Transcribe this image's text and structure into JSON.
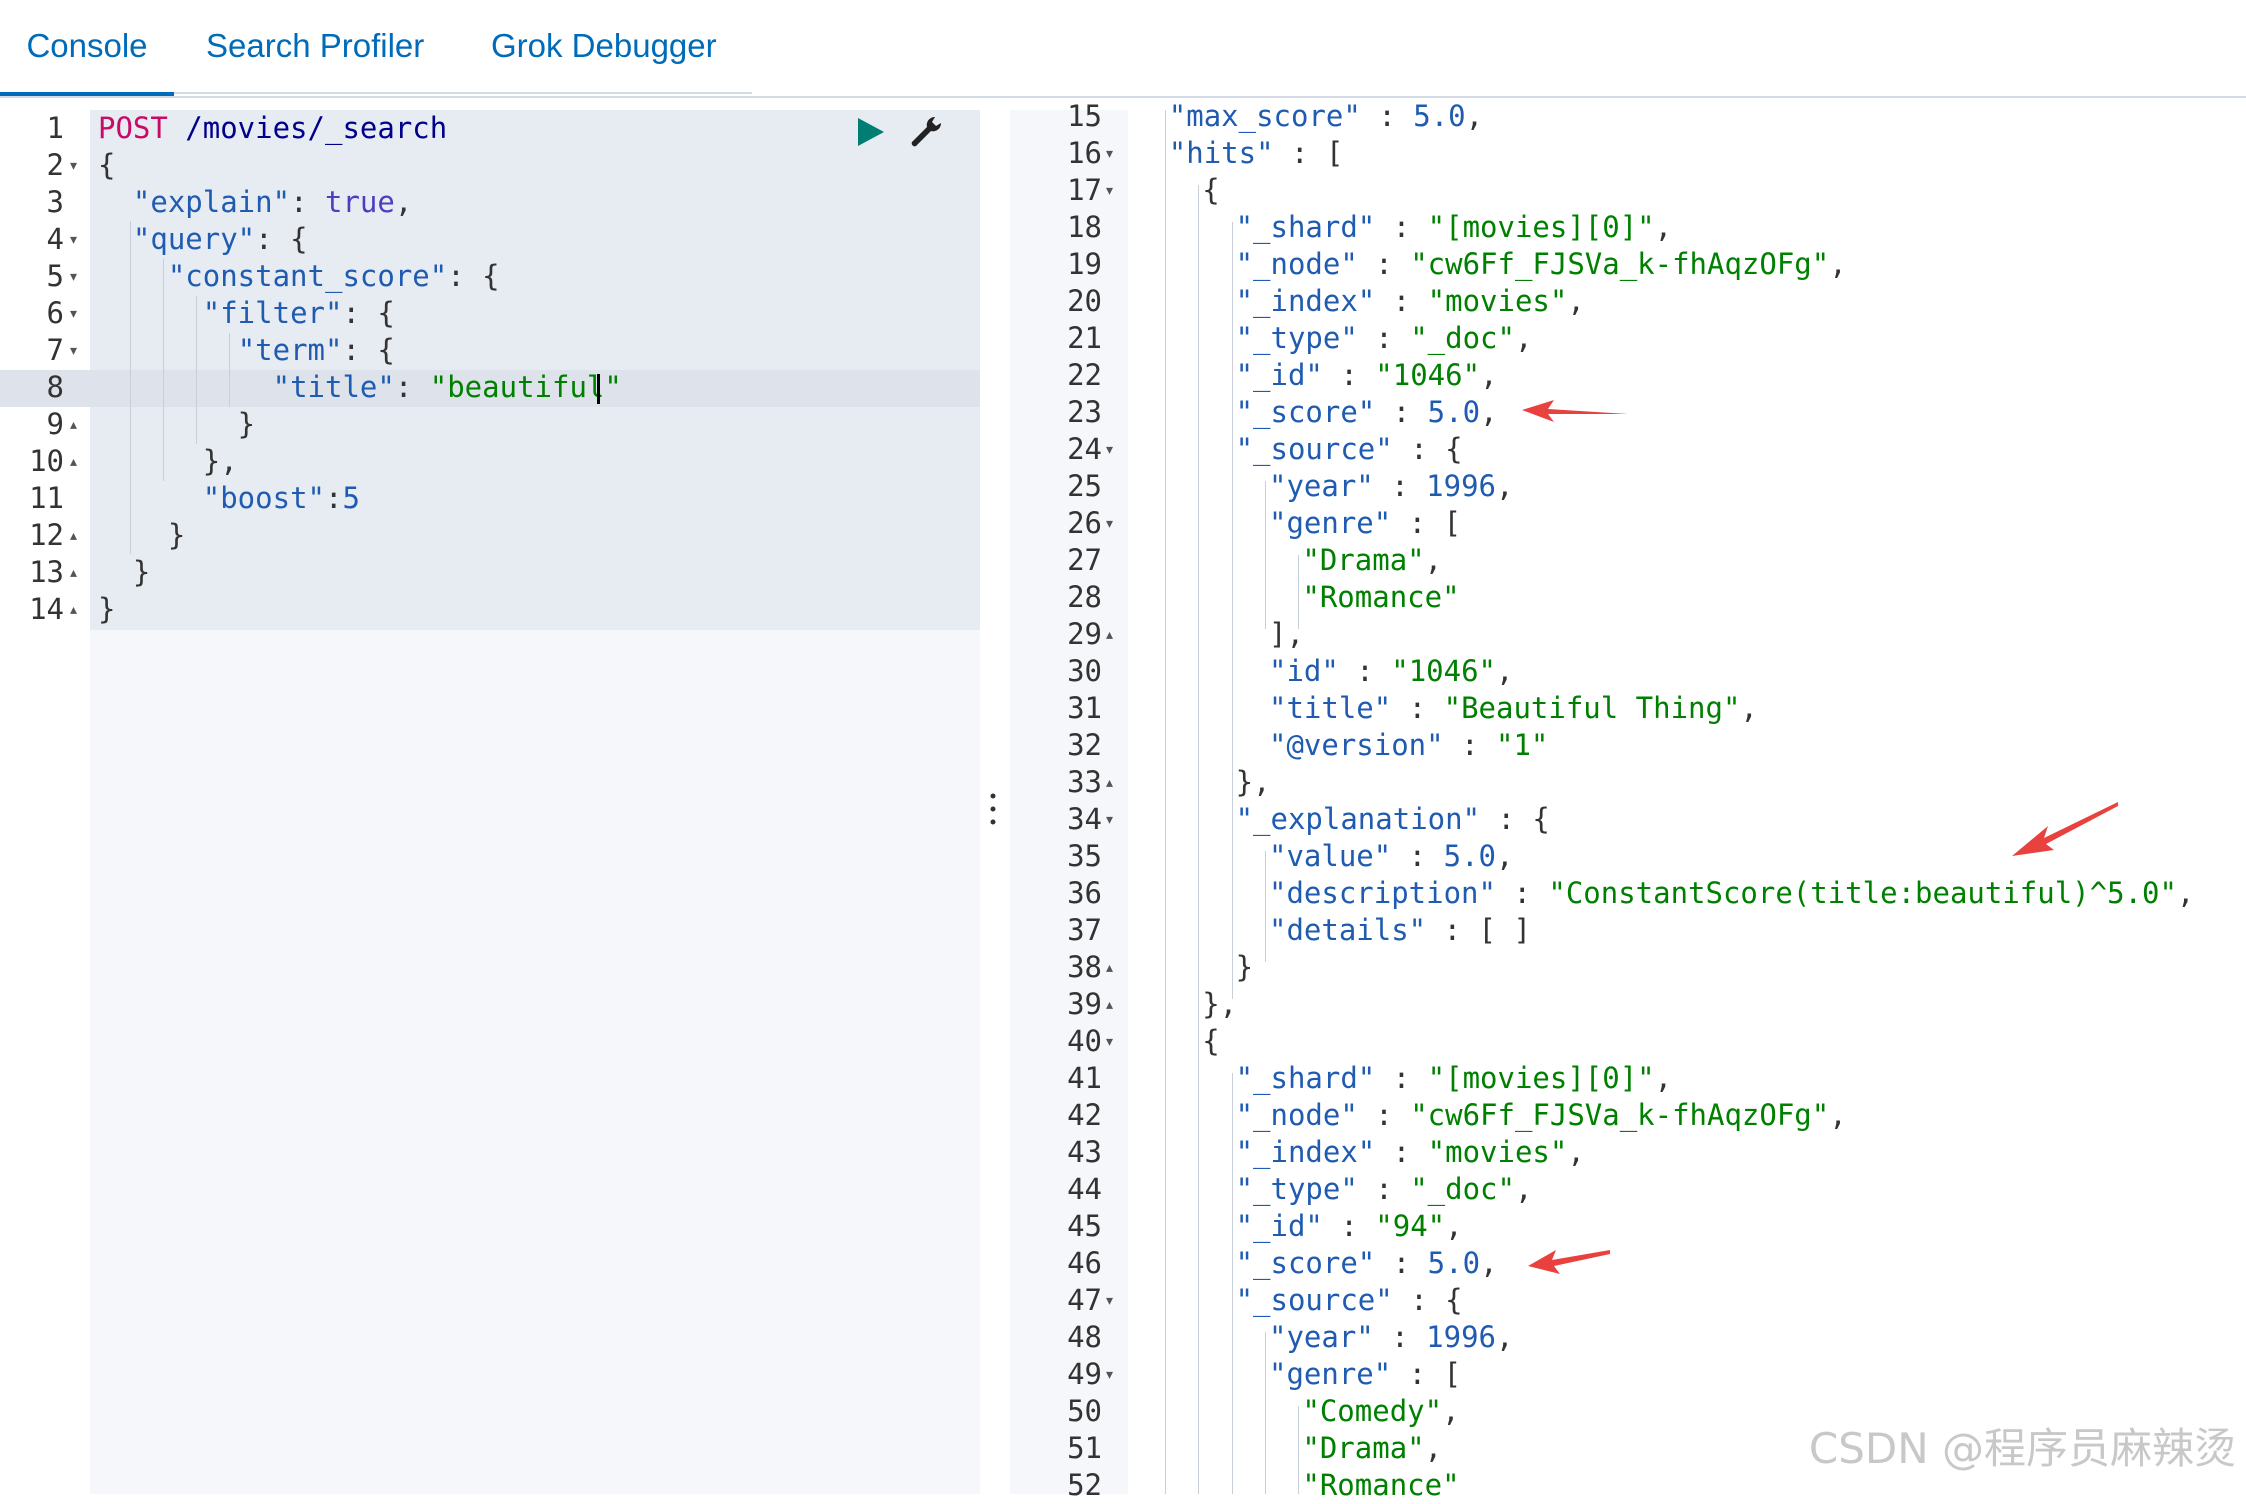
{
  "tabs": [
    {
      "label": "Console",
      "active": true
    },
    {
      "label": "Search Profiler",
      "active": false
    },
    {
      "label": "Grok Debugger",
      "active": false
    }
  ],
  "colors": {
    "accent": "#006bb8",
    "keyword": "#c80a68",
    "json_key": "#1f5bb0",
    "json_string": "#008000",
    "annotation_arrow": "#e8413e"
  },
  "request": {
    "method": "POST",
    "path": "/movies/_search",
    "lines": [
      "{",
      "  \"explain\": true,",
      "  \"query\": {",
      "    \"constant_score\": {",
      "      \"filter\": {",
      "        \"term\": {",
      "          \"title\": \"beautiful\"",
      "        }",
      "      },",
      "      \"boost\":5",
      "    }",
      "  }",
      "}"
    ],
    "line_numbers": [
      "1",
      "2",
      "3",
      "4",
      "5",
      "6",
      "7",
      "8",
      "9",
      "10",
      "11",
      "12",
      "13",
      "14"
    ],
    "run_icon": "play-icon",
    "settings_icon": "wrench-icon"
  },
  "response": {
    "line_numbers": [
      "15",
      "16",
      "17",
      "18",
      "19",
      "20",
      "21",
      "22",
      "23",
      "24",
      "25",
      "26",
      "27",
      "28",
      "29",
      "30",
      "31",
      "32",
      "33",
      "34",
      "35",
      "36",
      "37",
      "38",
      "39",
      "40",
      "41",
      "42",
      "43",
      "44",
      "45",
      "46",
      "47",
      "48",
      "49",
      "50",
      "51",
      "52"
    ],
    "lines": [
      "\"max_score\" : 5.0,",
      "\"hits\" : [",
      "{",
      "\"_shard\" : \"[movies][0]\",",
      "\"_node\" : \"cw6Ff_FJSVa_k-fhAqzOFg\",",
      "\"_index\" : \"movies\",",
      "\"_type\" : \"_doc\",",
      "\"_id\" : \"1046\",",
      "\"_score\" : 5.0,",
      "\"_source\" : {",
      "\"year\" : 1996,",
      "\"genre\" : [",
      "\"Drama\",",
      "\"Romance\"",
      "],",
      "\"id\" : \"1046\",",
      "\"title\" : \"Beautiful Thing\",",
      "\"@version\" : \"1\"",
      "},",
      "\"_explanation\" : {",
      "\"value\" : 5.0,",
      "\"description\" : \"ConstantScore(title:beautiful)^5.0\",",
      "\"details\" : [ ]",
      "}",
      "},",
      "{",
      "\"_shard\" : \"[movies][0]\",",
      "\"_node\" : \"cw6Ff_FJSVa_k-fhAqzOFg\",",
      "\"_index\" : \"movies\",",
      "\"_type\" : \"_doc\",",
      "\"_id\" : \"94\",",
      "\"_score\" : 5.0,",
      "\"_source\" : {",
      "\"year\" : 1996,",
      "\"genre\" : [",
      "\"Comedy\",",
      "\"Drama\",",
      "\"Romance\""
    ]
  },
  "watermark": "CSDN @程序员麻辣烫"
}
